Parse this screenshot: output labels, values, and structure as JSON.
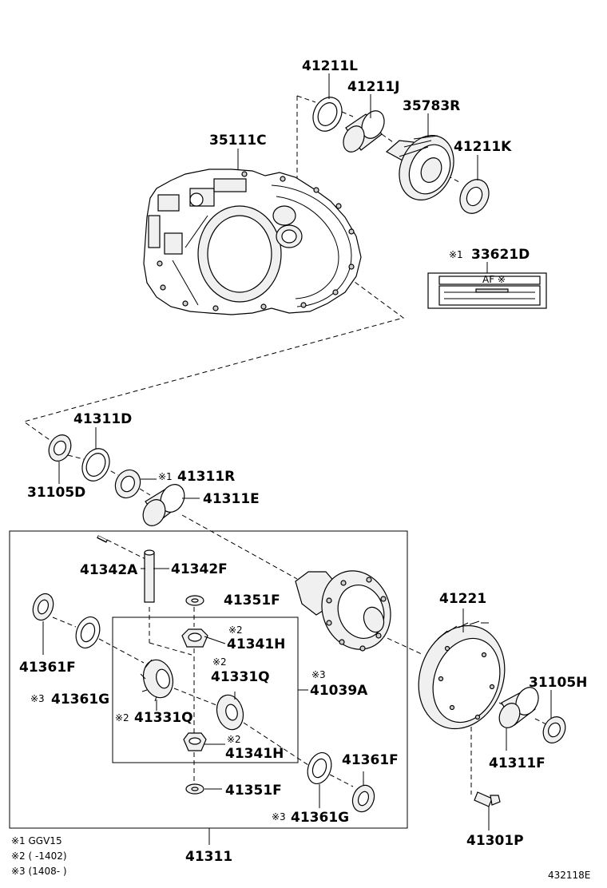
{
  "parts": {
    "p41211L": "41211L",
    "p41211J": "41211J",
    "p35783R": "35783R",
    "p41211K": "41211K",
    "p35111C": "35111C",
    "p33621D": "33621D",
    "p41311D": "41311D",
    "p31105D": "31105D",
    "p41311R": "41311R",
    "p41311E": "41311E",
    "p41342A": "41342A",
    "p41342F": "41342F",
    "p41351F_top": "41351F",
    "p41341H_top": "41341H",
    "p41331Q_right": "41331Q",
    "p41039A": "41039A",
    "p41361F_left": "41361F",
    "p41361G_left": "41361G",
    "p41331Q_left": "41331Q",
    "p41341H_bottom": "41341H",
    "p41351F_bottom": "41351F",
    "p41361F_right": "41361F",
    "p41361G_right": "41361G",
    "p41311": "41311",
    "p41221": "41221",
    "p31105H": "31105H",
    "p41311F": "41311F",
    "p41301P": "41301P"
  },
  "marks": {
    "m1": "※1",
    "m2": "※2",
    "m3": "※3"
  },
  "label_text": {
    "af": "AF ※"
  },
  "notes": {
    "n1": "※1 GGV15",
    "n2": "※2 (     -1402)",
    "n3": "※3 (1408-     )"
  },
  "figure_id": "432118E"
}
